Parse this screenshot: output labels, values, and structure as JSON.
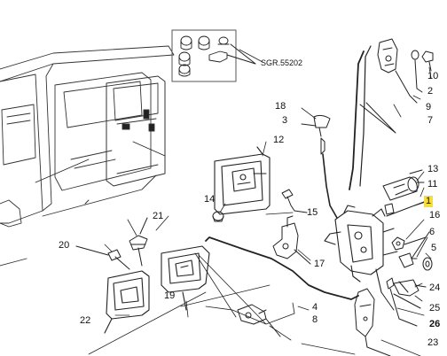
{
  "reference_code": "SGR.55202",
  "highlight_color": "#f5de3c",
  "callouts": {
    "c1": "1",
    "c2": "2",
    "c3": "3",
    "c4": "4",
    "c5": "5",
    "c6": "6",
    "c7": "7",
    "c8": "8",
    "c9": "9",
    "c10": "10",
    "c11": "11",
    "c12": "12",
    "c13": "13",
    "c14": "14",
    "c15": "15",
    "c16": "16",
    "c17": "17",
    "c18": "18",
    "c19": "19",
    "c20": "20",
    "c21": "21",
    "c22": "22",
    "c23": "23",
    "c24": "24",
    "c25": "25",
    "c26": "26"
  }
}
